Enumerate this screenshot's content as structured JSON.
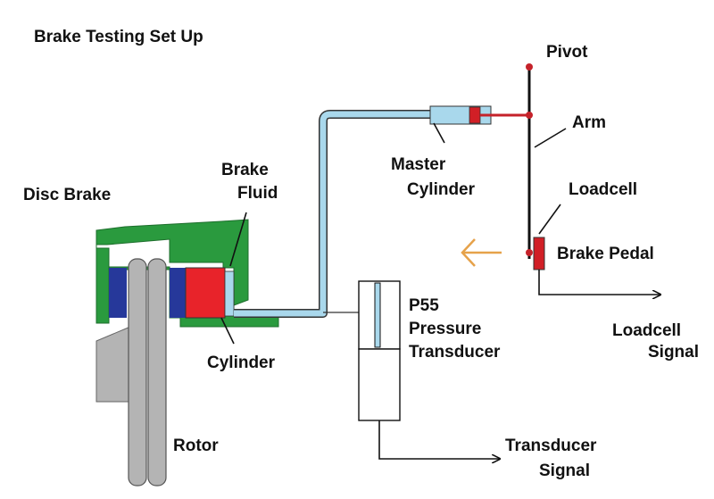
{
  "title": "Brake Testing Set Up",
  "labels": {
    "pivot": "Pivot",
    "arm": "Arm",
    "master_cylinder_1": "Master",
    "master_cylinder_2": "Cylinder",
    "brake_fluid_1": "Brake",
    "brake_fluid_2": "Fluid",
    "disc_brake": "Disc Brake",
    "loadcell": "Loadcell",
    "brake_pedal": "Brake Pedal",
    "p55_1": "P55",
    "p55_2": "Pressure",
    "p55_3": "Transducer",
    "loadcell_signal_1": "Loadcell",
    "loadcell_signal_2": "Signal",
    "cylinder": "Cylinder",
    "rotor": "Rotor",
    "transducer_signal_1": "Transducer",
    "transducer_signal_2": "Signal"
  },
  "colors": {
    "caliper": "#2a9a3e",
    "brake_pad": "#26389a",
    "piston": "#e8232a",
    "fluid_line": "#a9d8ec",
    "rotor": "#b4b4b4",
    "pedal": "#d11f26",
    "push_arrow": "#e6a24a"
  },
  "icons": [
    "push-direction-arrow-icon"
  ]
}
